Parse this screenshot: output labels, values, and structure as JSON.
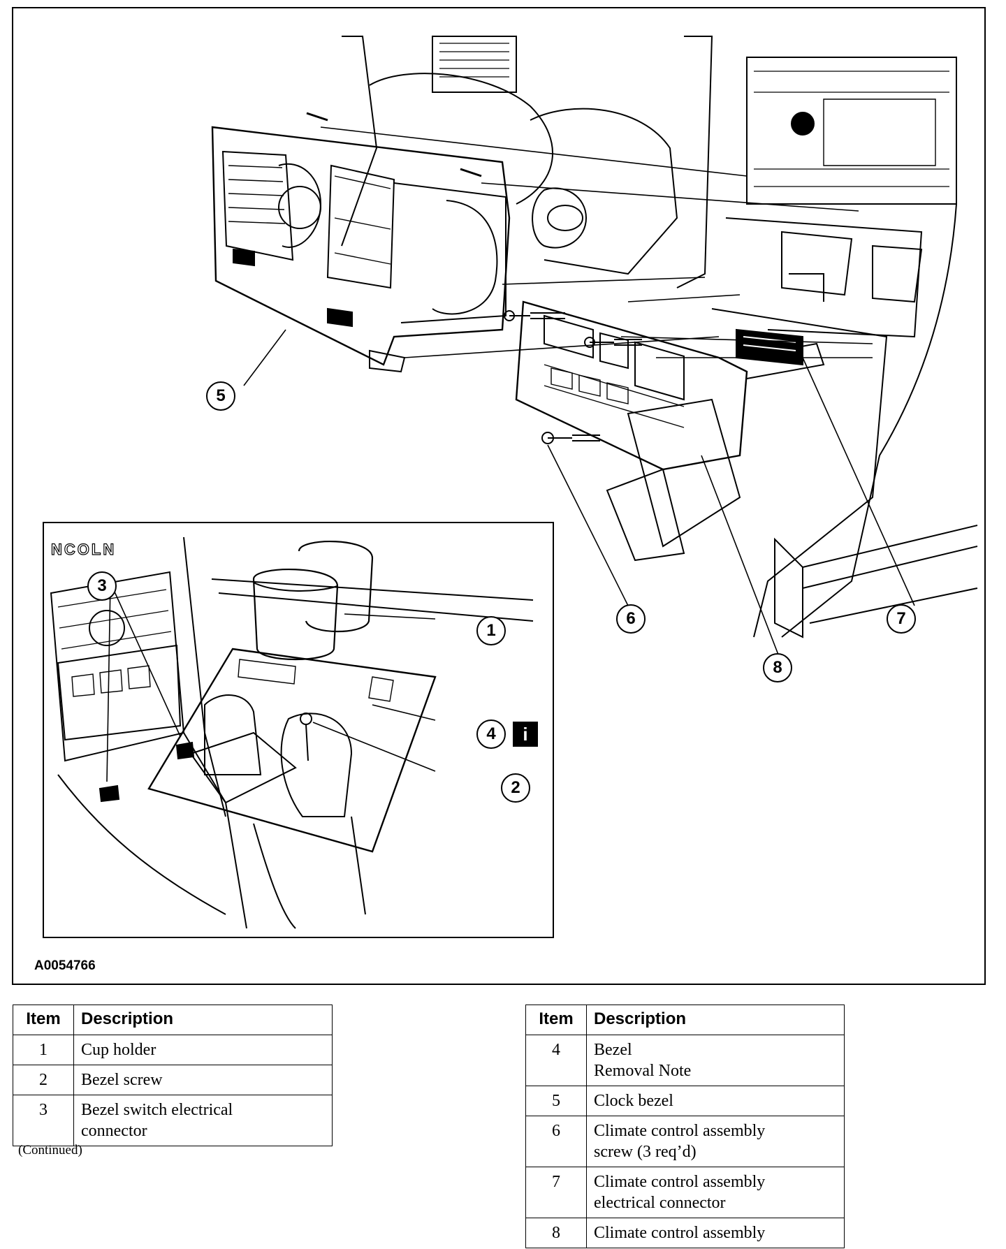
{
  "figure": {
    "id": "A0054766",
    "inset_logo_text": "NCOLN",
    "info_badge": "i",
    "callouts": [
      "1",
      "2",
      "3",
      "4",
      "5",
      "6",
      "7",
      "8"
    ]
  },
  "left_table": {
    "headers": {
      "item": "Item",
      "description": "Description"
    },
    "rows": [
      {
        "item": "1",
        "lines": [
          "Cup holder"
        ]
      },
      {
        "item": "2",
        "lines": [
          "Bezel screw"
        ]
      },
      {
        "item": "3",
        "lines": [
          "Bezel switch electrical",
          "connector"
        ]
      }
    ],
    "continued_note": "(Continued)"
  },
  "right_table": {
    "headers": {
      "item": "Item",
      "description": "Description"
    },
    "rows": [
      {
        "item": "4",
        "lines": [
          "Bezel",
          "Removal Note"
        ]
      },
      {
        "item": "5",
        "lines": [
          "Clock bezel"
        ]
      },
      {
        "item": "6",
        "lines": [
          "Climate control assembly",
          "screw (3 req’d)"
        ]
      },
      {
        "item": "7",
        "lines": [
          "Climate control assembly",
          "electrical connector"
        ]
      },
      {
        "item": "8",
        "lines": [
          "Climate control assembly"
        ]
      }
    ]
  }
}
